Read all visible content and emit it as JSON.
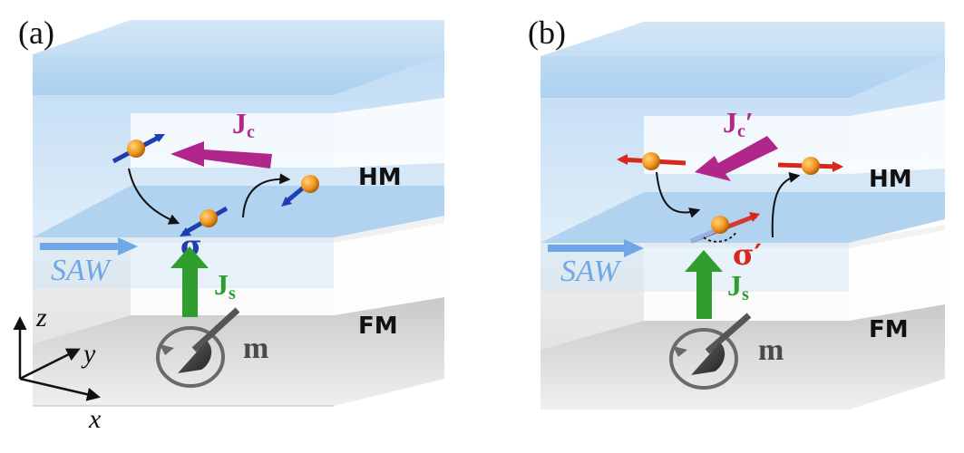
{
  "panels": [
    {
      "label": "(a)",
      "top_layer": "HM",
      "bottom_layer": "FM",
      "charge_current": "J",
      "charge_current_sub": "c",
      "charge_current_prime": "",
      "spin_current": "J",
      "spin_current_sub": "s",
      "spin_polarization": "σ",
      "magnetization": "m",
      "wave": "SAW"
    },
    {
      "label": "(b)",
      "top_layer": "HM",
      "bottom_layer": "FM",
      "charge_current": "J",
      "charge_current_sub": "c",
      "charge_current_prime": "′",
      "spin_current": "J",
      "spin_current_sub": "s",
      "spin_polarization": "σ′",
      "magnetization": "m",
      "wave": "SAW"
    }
  ],
  "axes": {
    "z": "z",
    "y": "y",
    "x": "x"
  },
  "colors": {
    "hm_layer": "#bcd9f2",
    "fm_layer": "#e9e9e9",
    "charge_current": "#b0268a",
    "spin_current": "#2f9e2f",
    "spin_a": "#1f3fb0",
    "spin_b": "#d8281e",
    "electron": "#f0961e",
    "saw": "#6fa8e6"
  }
}
